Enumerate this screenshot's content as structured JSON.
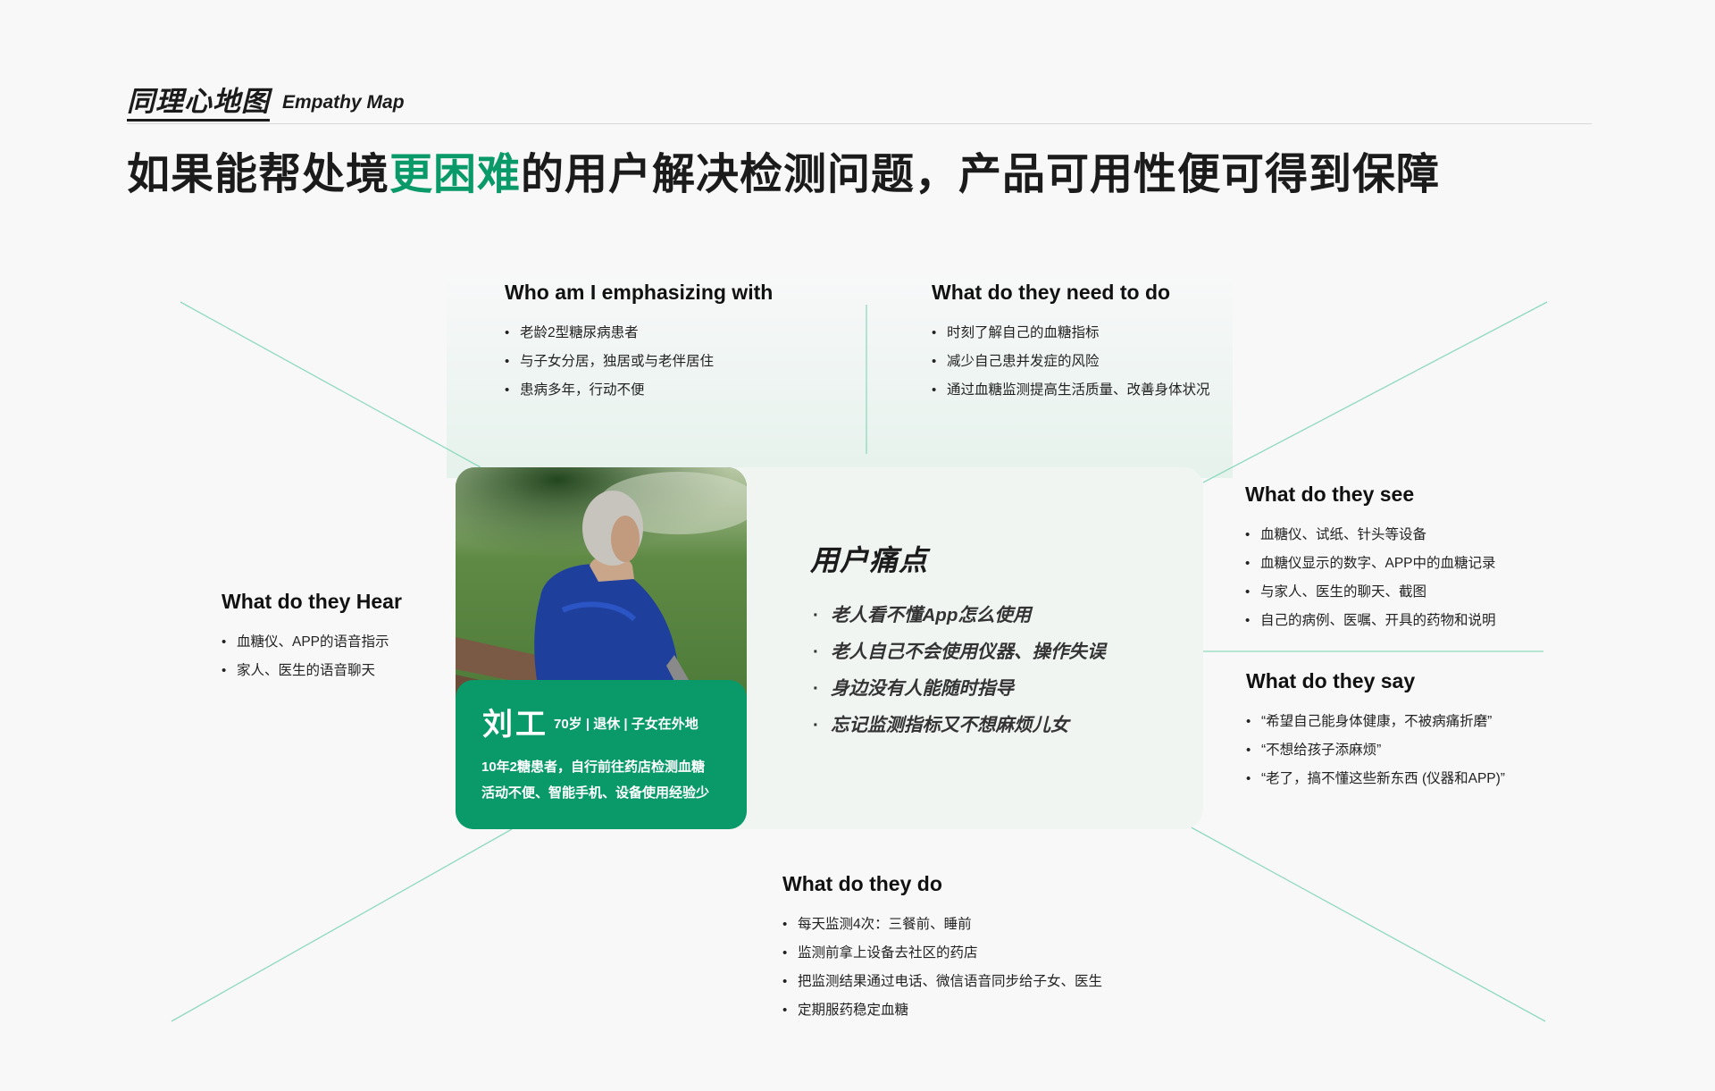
{
  "header": {
    "label_cn": "同理心地图",
    "label_en": "Empathy Map",
    "headline_before": "如果能帮处境",
    "headline_accent": "更困难",
    "headline_after": "的用户解决检测问题，产品可用性便可得到保障"
  },
  "colors": {
    "accent": "#0a9a6a",
    "divider": "#8fd9bf",
    "card_bg": "#f0f5f2"
  },
  "sections": {
    "who": {
      "title": "Who am I emphasizing with",
      "items": [
        "老龄2型糖尿病患者",
        "与子女分居，独居或与老伴居住",
        "患病多年，行动不便"
      ]
    },
    "need": {
      "title": "What do they need to do",
      "items": [
        "时刻了解自己的血糖指标",
        "减少自己患并发症的风险",
        "通过血糖监测提高生活质量、改善身体状况"
      ]
    },
    "see": {
      "title": "What do they see",
      "items": [
        "血糖仪、试纸、针头等设备",
        "血糖仪显示的数字、APP中的血糖记录",
        "与家人、医生的聊天、截图",
        "自己的病例、医嘱、开具的药物和说明"
      ]
    },
    "say": {
      "title": "What do they say",
      "items": [
        "“希望自己能身体健康，不被病痛折磨”",
        "“不想给孩子添麻烦”",
        "“老了，搞不懂这些新东西 (仪器和APP)”"
      ]
    },
    "hear": {
      "title": "What do they Hear",
      "items": [
        "血糖仪、APP的语音指示",
        "家人、医生的语音聊天"
      ]
    },
    "do": {
      "title": "What do they do",
      "items": [
        "每天监测4次：三餐前、睡前",
        "监测前拿上设备去社区的药店",
        "把监测结果通过电话、微信语音同步给子女、医生",
        "定期服药稳定血糖"
      ]
    }
  },
  "persona": {
    "name": "刘工",
    "meta": "70岁 | 退休 | 子女在外地",
    "desc_line1": "10年2糖患者，自行前往药店检测血糖",
    "desc_line2": "活动不便、智能手机、设备使用经验少"
  },
  "pain_points": {
    "title": "用户痛点",
    "items": [
      "老人看不懂App怎么使用",
      "老人自己不会使用仪器、操作失误",
      "身边没有人能随时指导",
      "忘记监测指标又不想麻烦儿女"
    ]
  }
}
